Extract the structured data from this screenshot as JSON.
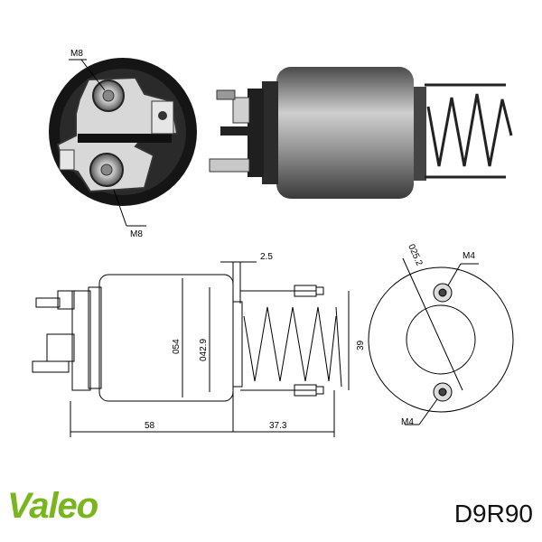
{
  "diagram": {
    "labels": {
      "top_terminal": "M8",
      "bottom_terminal": "M8",
      "spring_offset": "2.5",
      "body_diameter": "054",
      "inner_diameter": "042.9",
      "length_body": "58",
      "length_plunger": "37.3",
      "height": "39",
      "bolt_circle": "025.2",
      "small_top": "M4",
      "small_bottom": "M4"
    }
  },
  "brand": {
    "name": "Valeo",
    "color": "#79b51c"
  },
  "part": {
    "code": "D9R90"
  }
}
